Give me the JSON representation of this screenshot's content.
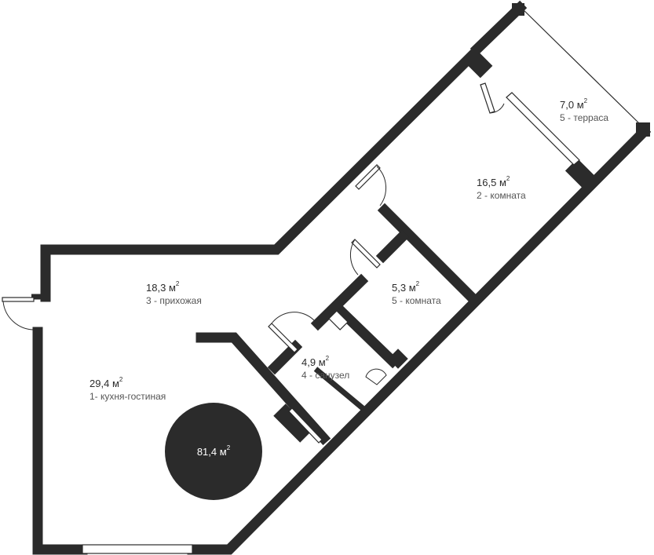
{
  "unit": "м",
  "unit_power": "2",
  "total_area": "81,4",
  "wall_color": "#2b2b2b",
  "rooms": [
    {
      "area": "29,4",
      "name": "1- кухня-гостиная"
    },
    {
      "area": "16,5",
      "name": "2 - комната"
    },
    {
      "area": "18,3",
      "name": "3 - прихожая"
    },
    {
      "area": "4,9",
      "name": "4 - санузел"
    },
    {
      "area": "5,3",
      "name": "5 - комната"
    },
    {
      "area": "7,0",
      "name": "5 - терраса"
    }
  ]
}
